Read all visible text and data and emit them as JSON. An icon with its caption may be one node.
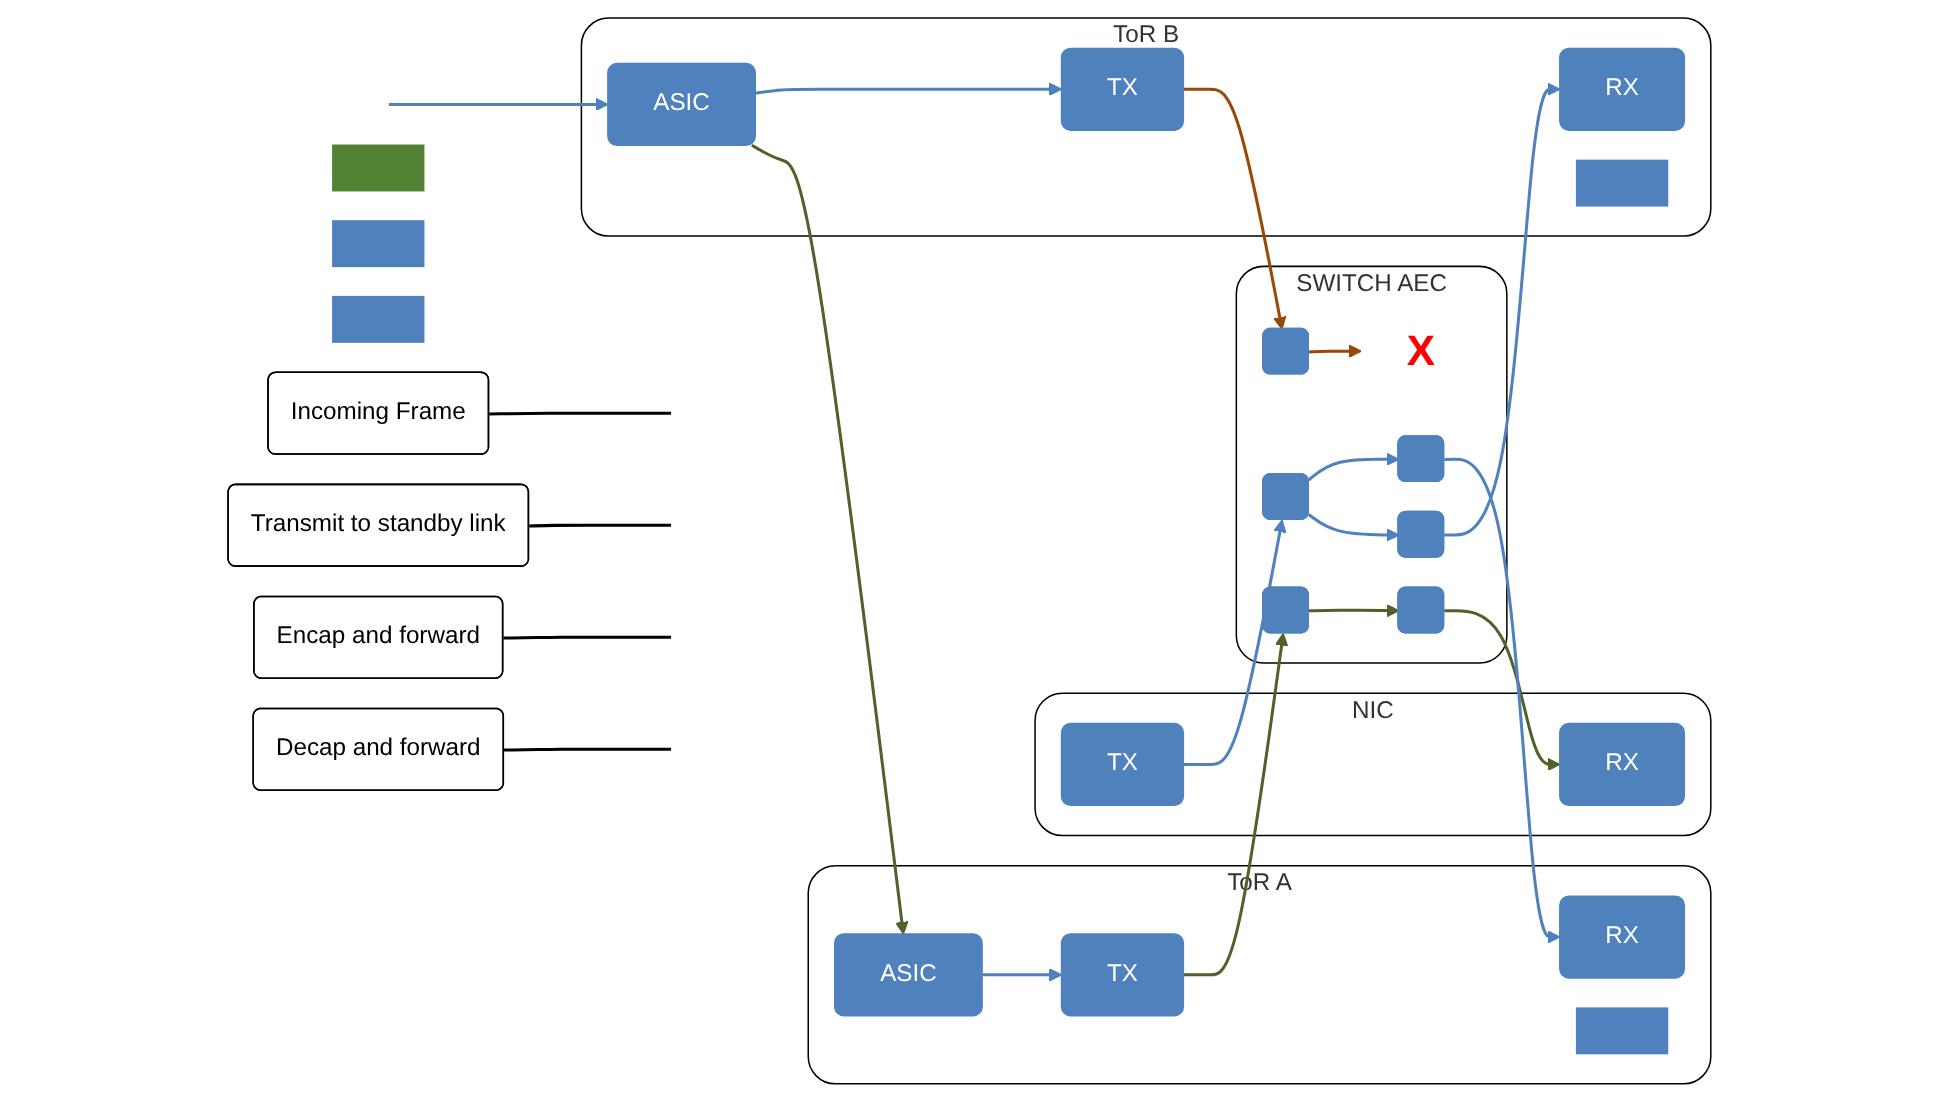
{
  "diagram": {
    "nodes": [
      {
        "text": [
          "NIC"
        ]
      },
      {
        "text": [
          "TX"
        ],
        "in": 0
      },
      {
        "text": [
          "RX"
        ],
        "in": 0
      },
      {
        "text": [
          "SWITCH AEC"
        ]
      },
      {
        "text": [],
        "shape": "box",
        "in": 3
      },
      {
        "text": [],
        "shape": "box",
        "in": 3
      },
      {
        "text": [],
        "shape": "box",
        "in": 3
      },
      {
        "text": [],
        "shape": "box",
        "in": 3
      },
      {
        "text": [],
        "shape": "box",
        "in": 3
      },
      {
        "text": [],
        "shape": "box",
        "in": 3
      },
      {
        "text": [
          "X"
        ],
        "in": 3
      },
      {
        "text": [
          "ToR A"
        ]
      },
      {
        "text": [
          "TX"
        ],
        "in": 11
      },
      {
        "text": [
          "RX"
        ],
        "in": 11
      },
      {
        "text": [
          "ASIC"
        ],
        "in": 11
      },
      {
        "text": [],
        "shape": "bar",
        "in": 11
      },
      {
        "text": [
          "ToR B"
        ]
      },
      {
        "text": [
          "TX"
        ],
        "in": 16
      },
      {
        "text": [
          "RX"
        ],
        "in": 16
      },
      {
        "text": [
          "ASIC"
        ],
        "in": 16
      },
      {
        "text": [],
        "shape": "bar",
        "in": 16
      },
      {
        "text": [],
        "shape": "bar"
      },
      {
        "text": [],
        "shape": "bar"
      },
      {
        "text": [],
        "shape": "bar"
      },
      {
        "text": [
          "Decap and forward"
        ]
      },
      {
        "text": [
          "Encap and forward"
        ]
      },
      {
        "text": [
          "Transmit to standby link"
        ]
      },
      {
        "text": [
          "Incoming Frame"
        ]
      }
    ],
    "edges": [
      {
        "from": 1,
        "to": 4,
        "arrow": "to"
      },
      {
        "from": 5,
        "to": 2,
        "arrow": "to",
        "color": "#4f6228"
      },
      {
        "from": 4,
        "to": 7,
        "arrow": "to"
      },
      {
        "from": 4,
        "to": 9,
        "arrow": "to"
      },
      {
        "from": 6,
        "to": 5,
        "arrow": "to",
        "color": "#4f6228"
      },
      {
        "from": 8,
        "to": 10,
        "arrow": "to",
        "color": "#984807"
      },
      {
        "from": 12,
        "to": 6,
        "arrow": "to",
        "color": "#4f6228"
      },
      {
        "from": 7,
        "to": 13,
        "arrow": "to"
      },
      {
        "from": 17,
        "to": 8,
        "arrow": "to",
        "color": "#984807"
      },
      {
        "from": 9,
        "to": 18,
        "arrow": "to"
      },
      {
        "from": 14,
        "to": 12,
        "arrow": "to"
      },
      {
        "from": 19,
        "to": 17,
        "arrow": "to"
      },
      {
        "from": 19,
        "to": 14,
        "arrow": "to",
        "color": "#4f6228"
      },
      {
        "from": null,
        "to": 19,
        "arrow": "to"
      },
      {
        "from": 24,
        "to": null,
        "arrow": "none",
        "color": "#000000"
      },
      {
        "from": 25,
        "to": null,
        "arrow": "none",
        "color": "#000000"
      },
      {
        "from": 26,
        "to": null,
        "arrow": "none",
        "color": "#000000"
      },
      {
        "from": 27,
        "to": null,
        "arrow": "none",
        "color": "#000000"
      }
    ]
  }
}
